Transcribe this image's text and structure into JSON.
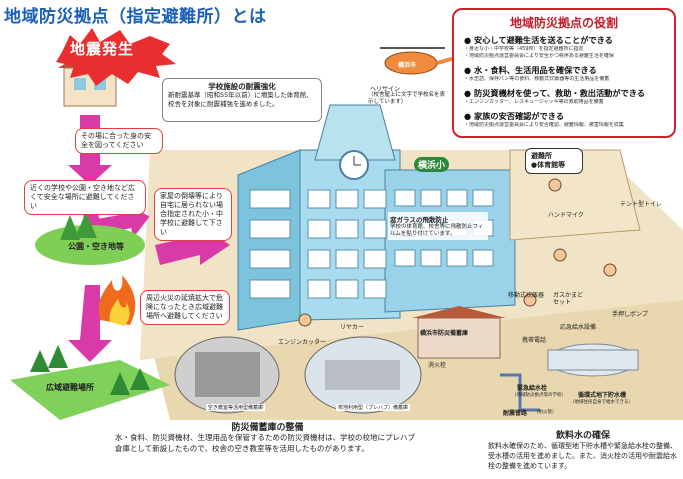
{
  "title": "地域防災拠点（指定避難所）とは",
  "earthquake_banner": "地震発生",
  "roles_box": {
    "title": "地域防災拠点の役割",
    "items": [
      {
        "main": "安心して避難生活を送ることができる",
        "sub": [
          "・身近な小・中学校等（459校）を指定避難所に指定",
          "・地域防災拠点運営委員会により安全かつ秩序ある避難生活を確保"
        ]
      },
      {
        "main": "水・食料、生活用品を確保できる",
        "sub": [
          "・水缶詰、保存パン等の食料、移動式炊飯器等の生活用品を備蓄"
        ]
      },
      {
        "main": "防災資機材を使って、救助・救出活動ができる",
        "sub": [
          "・エンジンカッター、レスキュージャッキ等の救助用品を備蓄"
        ]
      },
      {
        "main": "家族の安否確認ができる",
        "sub": [
          "・地域防災拠点運営委員会により安否確認、避難情報、被害情報を収集"
        ]
      }
    ]
  },
  "notes": {
    "home": "その場に合った身の安全を図ってください",
    "park_move": "近くの学校や公園・空き地など広くて安全な場所に避難してください",
    "park_label": "公園・空き地等",
    "house_damage": "家屋の倒壊等により自宅に居られない場合指定された小・中学校に避難して下さい",
    "fire": "周辺火災の延焼拡大で危険になったとき広域避難場所へ避難してください",
    "wide_area": "広域避難場所"
  },
  "school_box": {
    "title": "学校施設の耐震強化",
    "text": "新耐震基準（昭和55年以前）に増築した体育館、校舎を対象に耐震補強を進めました。"
  },
  "heli": {
    "name": "横浜市",
    "caption": "ヘリサイン",
    "sub": "（校舎屋上に文字で学校名を表示しています）"
  },
  "school_sign": "横浜小",
  "shelter": {
    "title": "避難所",
    "item": "●体育館等"
  },
  "glass": {
    "title": "窓ガラスの飛散防止",
    "text": "学校の体育館、校舎等に飛散防止フィルムを貼り付けています。"
  },
  "labels": {
    "hand_mic": "ハンドマイク",
    "tent_toilet": "テント型トイレ",
    "rice_cooker": "移動式炊飯器",
    "gas_stove": "ガスかまどセット",
    "hand_pump": "手押しポンプ",
    "tank_unit": "応急給水設備",
    "phone": "携帯電話",
    "rear_car": "リヤカー",
    "engine_cutter": "エンジンカッター",
    "warehouse": "横浜市防災備蓄庫",
    "fire_hydrant": "消火栓",
    "emergency_tank": "緊急給水栓",
    "emergency_tank_sub": "（地域防災拠点等の学校）",
    "water_tank": "循環式地下貯水槽",
    "water_tank_sub": "（地域住民自身で給水できる）",
    "pipe": "耐震管路",
    "pipe_sub": "（耐火管）",
    "photo1": "空き教室等活用型備蓄庫",
    "photo2": "校地利用型（プレハブ）備蓄庫"
  },
  "bottom_left": {
    "title": "防災備蓄庫の整備",
    "text": "水・食料、防災資機材、生理用品を保管するための防災資機材は、学校の校地にプレハブ倉庫として新設したもので、校舎の空き教室等を活用したものがあります。"
  },
  "bottom_right": {
    "title": "飲料水の確保",
    "text": "飲料水確保のため、循環型地下貯水槽や緊急給水栓の整備、受水槽の活用を進めました。また、消火栓の活用や耐震給水栓の整備を進めています。"
  },
  "colors": {
    "title": "#1b5fb8",
    "red": "#d0202a",
    "arrow": "#d93aa8",
    "green": "#6bc94a",
    "school": "#8fd0e8"
  }
}
